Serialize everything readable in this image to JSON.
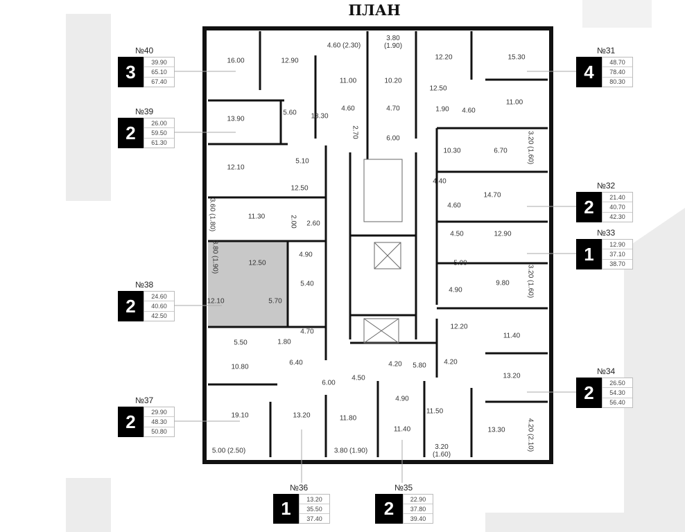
{
  "title": "ПЛАН",
  "colors": {
    "wall": "#111111",
    "highlight": "#c8c8c8",
    "background_shape": "#ececec"
  },
  "rooms": [
    "16.00",
    "12.90",
    "4.60 (2.30)",
    "3.80 (1.90)",
    "12.20",
    "15.30",
    "11.00",
    "10.20",
    "12.50",
    "11.00",
    "4.60",
    "4.70",
    "1.90",
    "4.60",
    "5.60",
    "13.90",
    "13.30",
    "2.70",
    "6.00",
    "10.30",
    "6.70",
    "3.20 (1.60)",
    "5.10",
    "12.10",
    "4.40",
    "12.50",
    "14.70",
    "4.60",
    "3.60 (1.80)",
    "11.30",
    "2.00",
    "2.60",
    "4.50",
    "12.90",
    "3.80 (1.90)",
    "12.50",
    "4.90",
    "5.00",
    "5.40",
    "4.90",
    "9.80",
    "3.20 (1.60)",
    "12.10",
    "5.70",
    "4.70",
    "12.20",
    "11.40",
    "5.50",
    "1.80",
    "10.80",
    "6.40",
    "4.20",
    "5.80",
    "4.20",
    "13.20",
    "6.00",
    "4.50",
    "4.90",
    "19.10",
    "13.20",
    "11.80",
    "11.40",
    "11.50",
    "13.30",
    "4.20 (2.10)",
    "5.00 (2.50)",
    "3.80 (1.90)",
    "3.20 (1.60)"
  ],
  "apartments": {
    "a40": {
      "no": "№40",
      "rooms": "3",
      "values": [
        "39.90",
        "65.10",
        "67.40"
      ]
    },
    "a39": {
      "no": "№39",
      "rooms": "2",
      "values": [
        "26.00",
        "59.50",
        "61.30"
      ]
    },
    "a38": {
      "no": "№38",
      "rooms": "2",
      "values": [
        "24.60",
        "40.60",
        "42.50"
      ]
    },
    "a37": {
      "no": "№37",
      "rooms": "2",
      "values": [
        "29.90",
        "48.30",
        "50.80"
      ]
    },
    "a31": {
      "no": "№31",
      "rooms": "4",
      "values": [
        "48.70",
        "78.40",
        "80.30"
      ]
    },
    "a32": {
      "no": "№32",
      "rooms": "2",
      "values": [
        "21.40",
        "40.70",
        "42.30"
      ]
    },
    "a33": {
      "no": "№33",
      "rooms": "1",
      "values": [
        "12.90",
        "37.10",
        "38.70"
      ]
    },
    "a34": {
      "no": "№34",
      "rooms": "2",
      "values": [
        "26.50",
        "54.30",
        "56.40"
      ]
    },
    "a36": {
      "no": "№36",
      "rooms": "1",
      "values": [
        "13.20",
        "35.50",
        "37.40"
      ]
    },
    "a35": {
      "no": "№35",
      "rooms": "2",
      "values": [
        "22.90",
        "37.80",
        "39.40"
      ]
    }
  }
}
